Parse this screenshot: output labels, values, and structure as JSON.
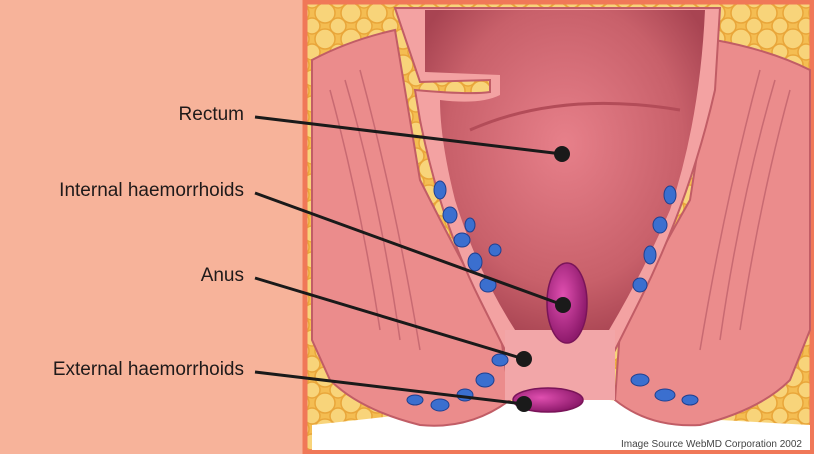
{
  "labels": {
    "rectum": "Rectum",
    "internal_haemorrhoids": "Internal haemorrhoids",
    "anus": "Anus",
    "external_haemorrhoids": "External haemorrhoids"
  },
  "credit": "Image Source WebMD Corporation 2002",
  "colors": {
    "background": "#f7b39a",
    "frame": "#f07858",
    "fat": "#f2b64a",
    "muscle": "#e98a8a",
    "lumen": "#c65a64",
    "vein": "#3b6fcf",
    "haemorrhoid": "#b2268a",
    "pointer": "#1a1a1a"
  }
}
